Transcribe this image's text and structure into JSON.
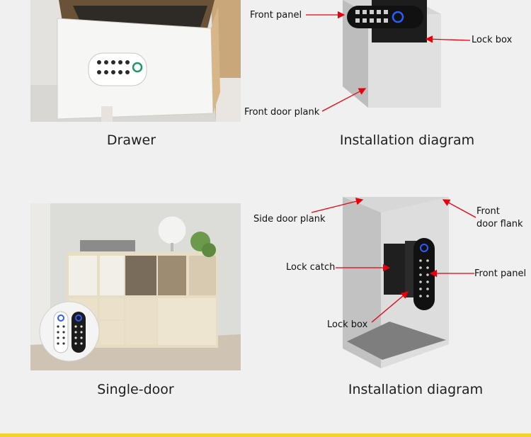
{
  "top_row": {
    "photo_caption": "Drawer",
    "diagram_caption": "Installation diagram",
    "labels": {
      "front_panel": "Front panel",
      "lock_box": "Lock box",
      "front_door_plank": "Front door plank"
    }
  },
  "bottom_row": {
    "photo_caption": "Single-door",
    "diagram_caption": "Installation diagram",
    "labels": {
      "side_door_plank": "Side door plank",
      "front_door_flank_line1": "Front",
      "front_door_flank_line2": "door flank",
      "lock_catch": "Lock catch",
      "front_panel": "Front panel",
      "lock_box": "Lock box"
    }
  },
  "colors": {
    "background": "#f0f0f0",
    "arrow": "#e8000b",
    "accent_bar": "#f2d22e"
  }
}
